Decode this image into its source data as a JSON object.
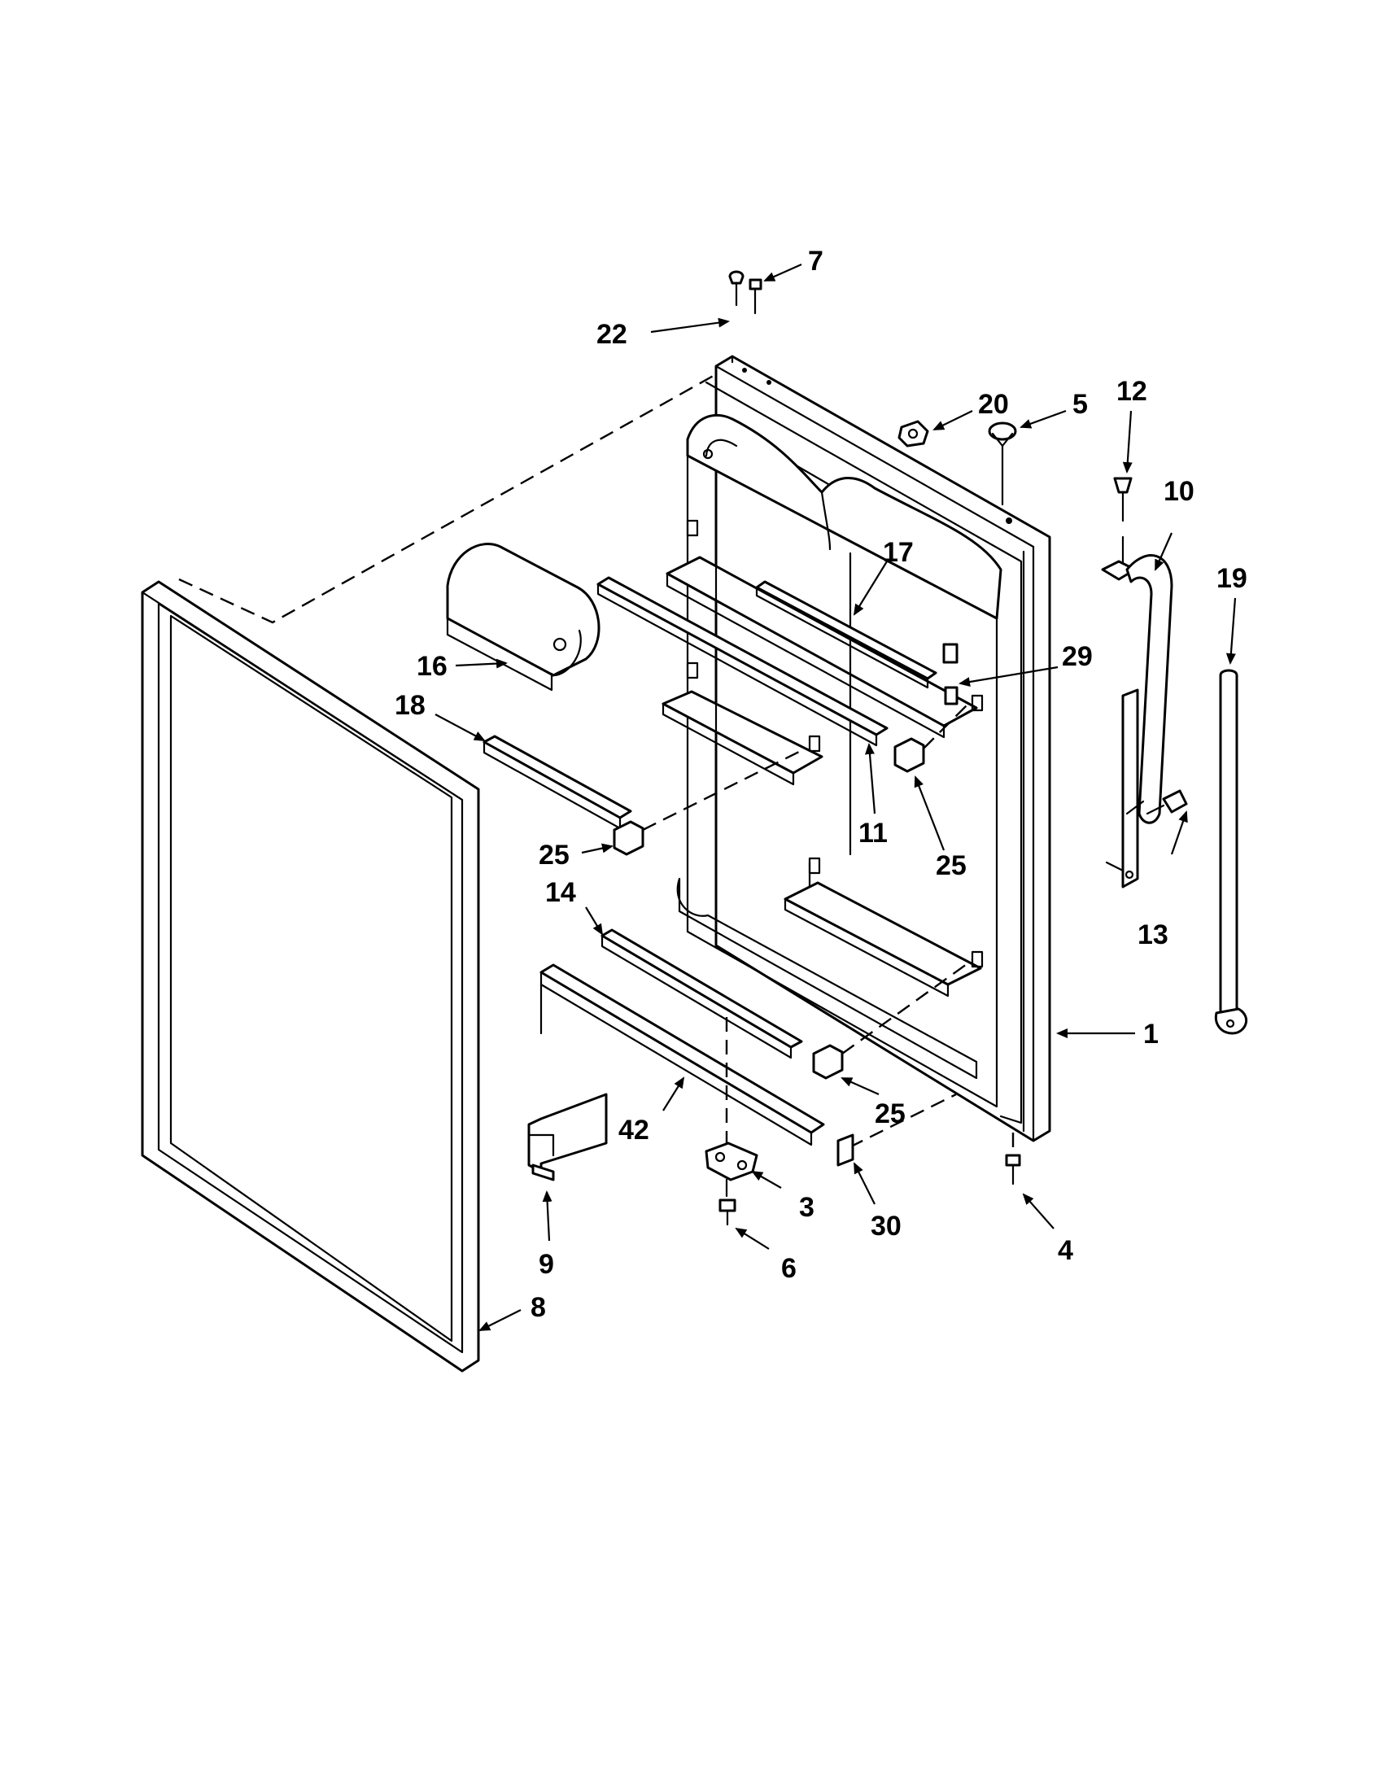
{
  "diagram": {
    "callouts": {
      "c1": "1",
      "c3": "3",
      "c4": "4",
      "c5": "5",
      "c6": "6",
      "c7": "7",
      "c8": "8",
      "c9": "9",
      "c10": "10",
      "c11": "11",
      "c12": "12",
      "c13": "13",
      "c14": "14",
      "c16": "16",
      "c17": "17",
      "c18": "18",
      "c19": "19",
      "c20": "20",
      "c22": "22",
      "c25a": "25",
      "c25b": "25",
      "c25c": "25",
      "c29": "29",
      "c30": "30",
      "c42": "42"
    },
    "colors": {
      "ink": "#000000",
      "paper": "#ffffff"
    }
  }
}
